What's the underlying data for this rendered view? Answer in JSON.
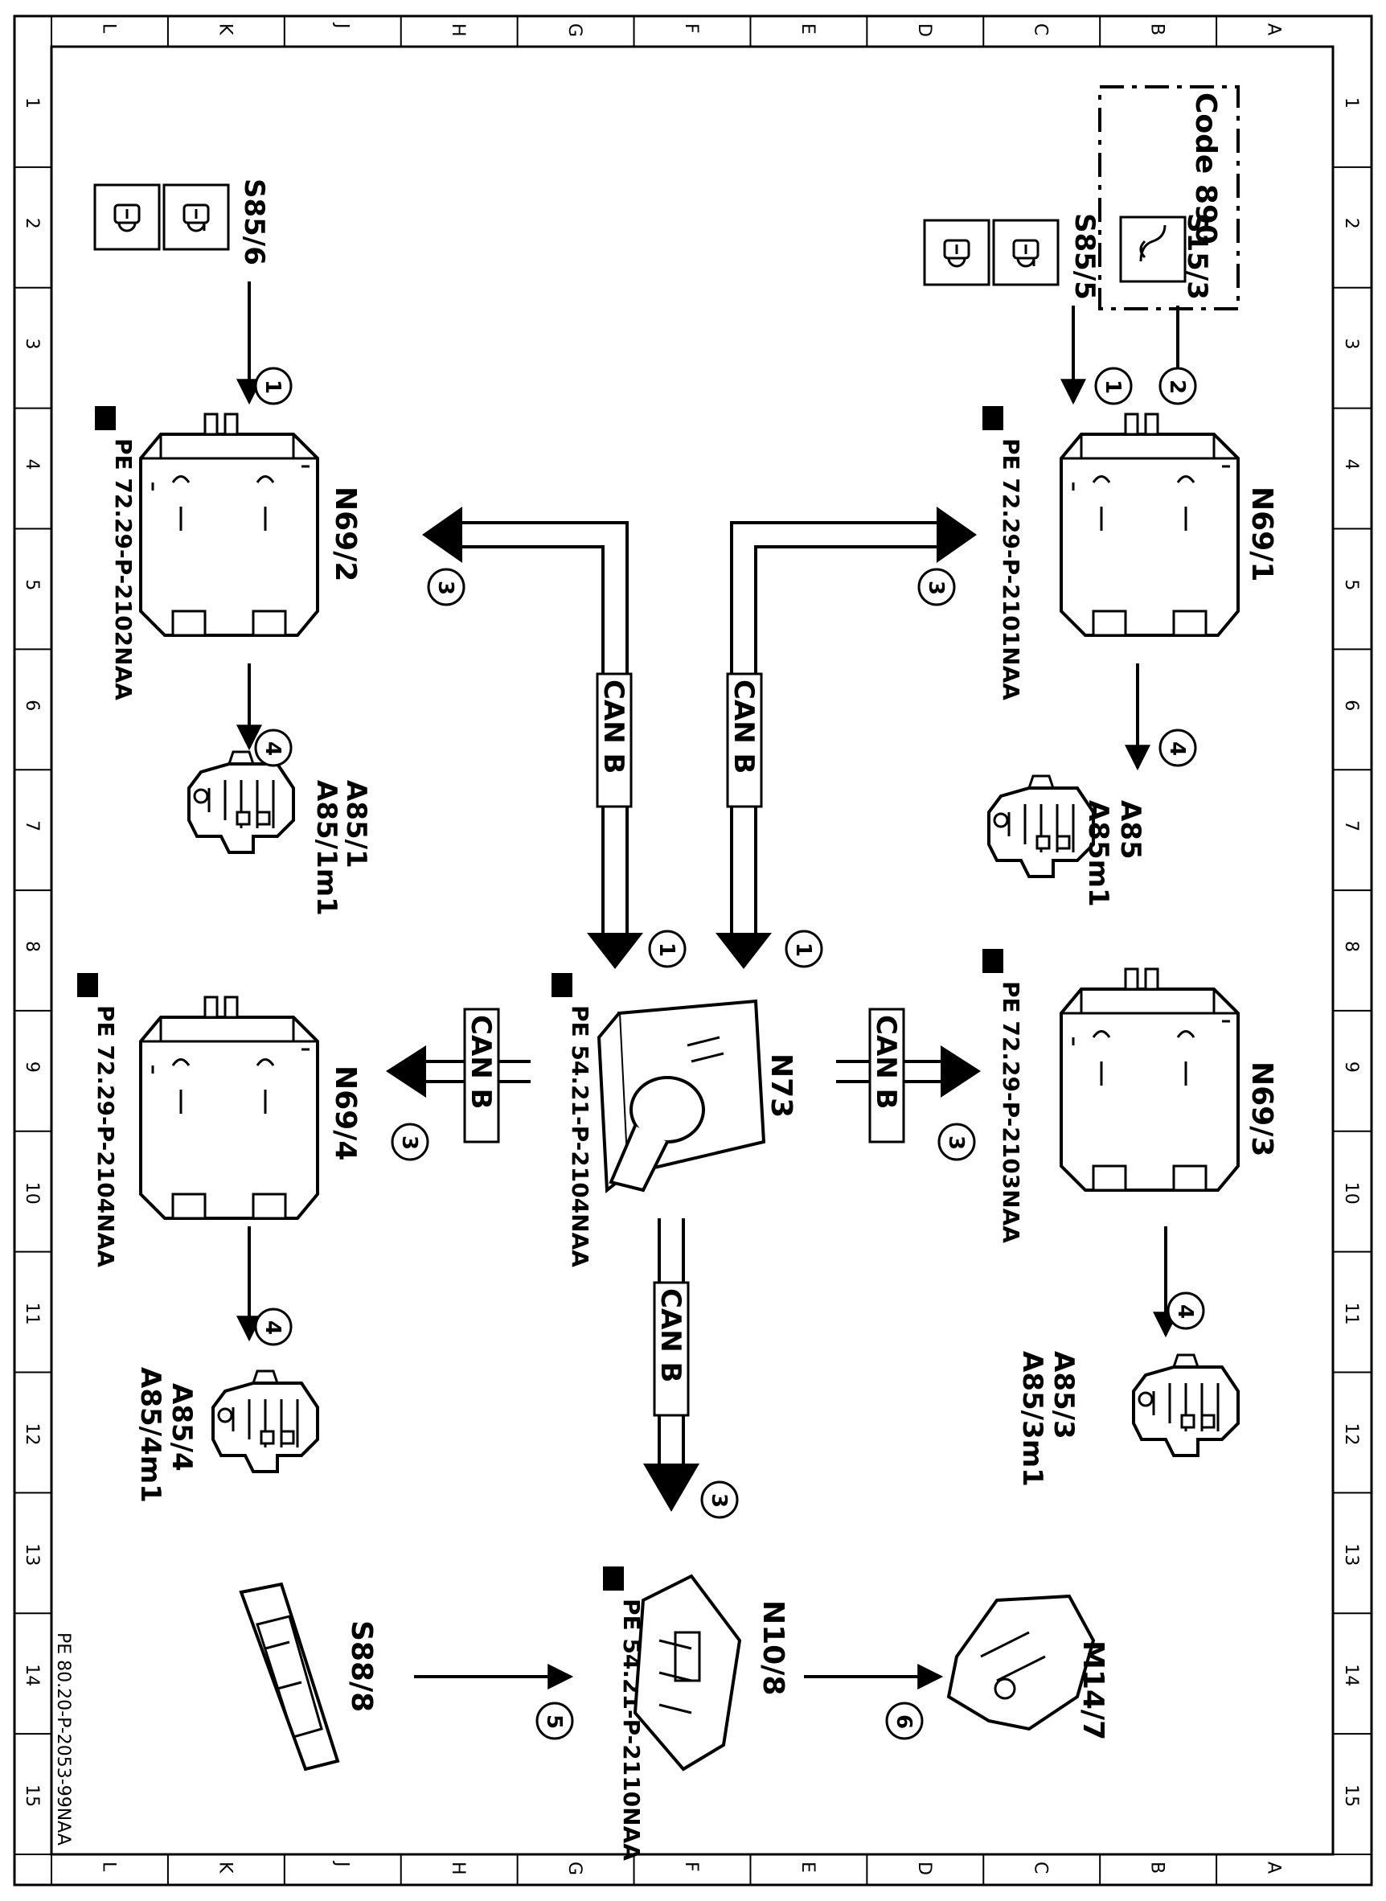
{
  "frame": {
    "letters": [
      "A",
      "B",
      "C",
      "D",
      "E",
      "F",
      "G",
      "H",
      "J",
      "K",
      "L"
    ],
    "numbers": [
      "1",
      "2",
      "3",
      "4",
      "5",
      "6",
      "7",
      "8",
      "9",
      "10",
      "11",
      "12",
      "13",
      "14",
      "15"
    ]
  },
  "code_group": {
    "label": "Code 890"
  },
  "labels": {
    "s15_3": "S15/3",
    "s85_5": "S85/5",
    "s85_6": "S85/6",
    "n69_1": "N69/1",
    "n69_2": "N69/2",
    "n69_3": "N69/3",
    "n69_4": "N69/4",
    "n73": "N73",
    "n10_8": "N10/8",
    "s88_8": "S88/8",
    "m14_7": "M14/7",
    "a85": "A85",
    "a85m1": "A85m1",
    "a85_1": "A85/1",
    "a85_1m1": "A85/1m1",
    "a85_3": "A85/3",
    "a85_3m1": "A85/3m1",
    "a85_4": "A85/4",
    "a85_4m1": "A85/4m1",
    "ref_n69_1": "PE 72.29-P-2101NAA",
    "ref_n69_2": "PE 72.29-P-2102NAA",
    "ref_n69_3": "PE 72.29-P-2103NAA",
    "ref_n69_4": "PE 72.29-P-2104NAA",
    "ref_n73": "PE 54.21-P-2104NAA",
    "ref_n10_8": "PE 54.21-P-2110NAA",
    "doc_id": "PE 80.20-P-2053-99NAA"
  },
  "bus": {
    "label": "CAN B"
  },
  "steps": [
    "1",
    "2",
    "3",
    "4",
    "5",
    "6"
  ]
}
